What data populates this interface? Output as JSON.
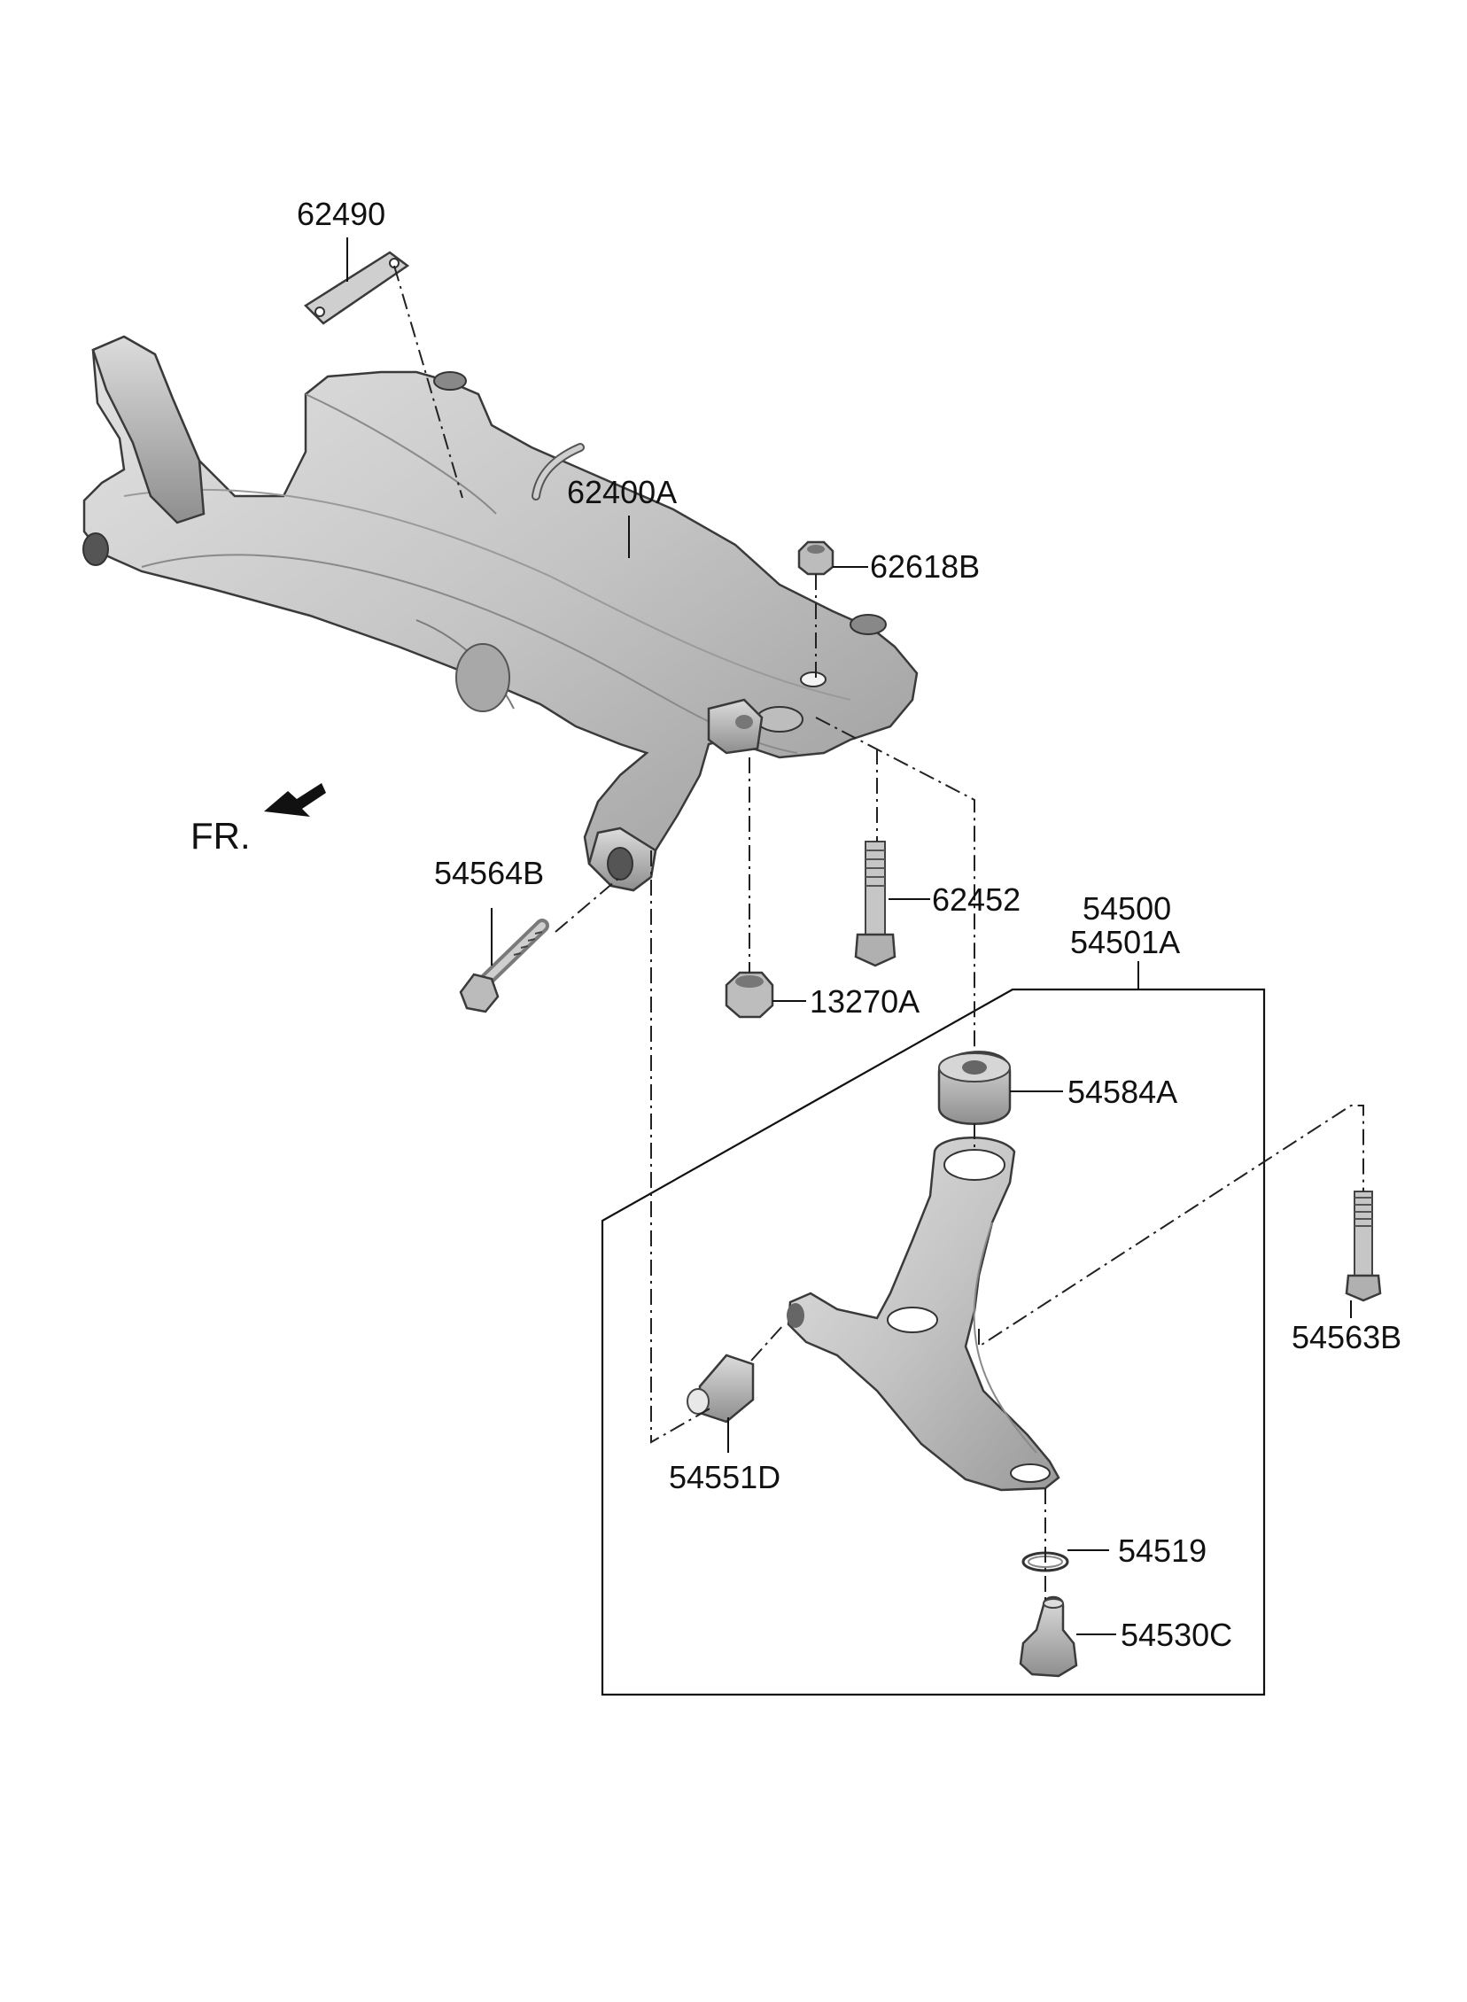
{
  "diagram": {
    "front_indicator": "FR.",
    "labels": {
      "p62490": "62490",
      "p62400A": "62400A",
      "p62618B": "62618B",
      "p54564B": "54564B",
      "p62452": "62452",
      "p54500": "54500",
      "p54501A": "54501A",
      "p13270A": "13270A",
      "p54584A": "54584A",
      "p54563B": "54563B",
      "p54551D": "54551D",
      "p54519": "54519",
      "p54530C": "54530C"
    }
  }
}
